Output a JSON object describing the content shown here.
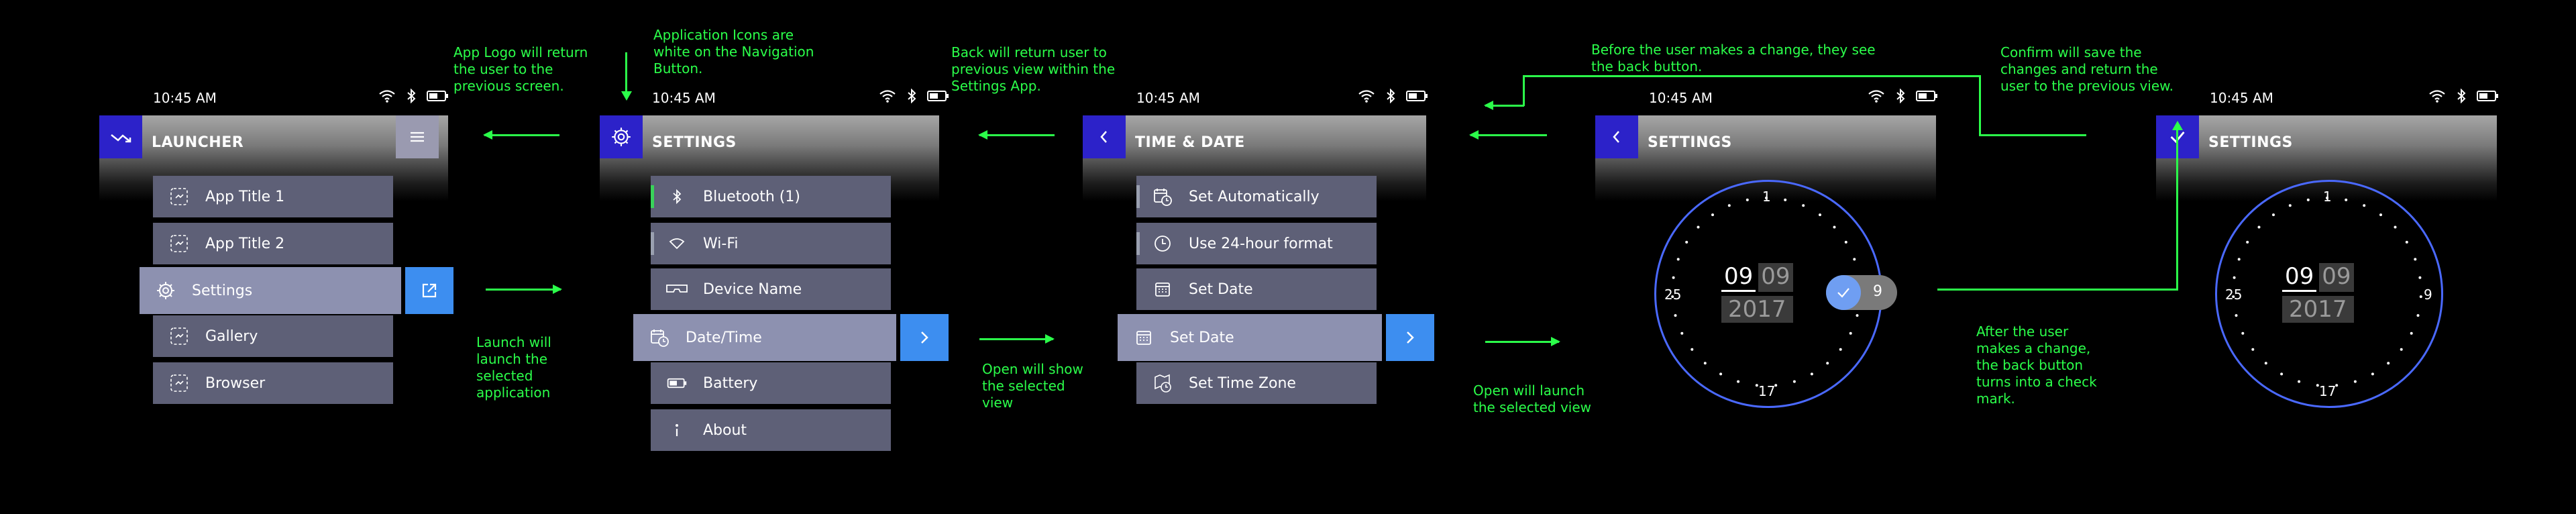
{
  "status_time": "10:45 AM",
  "colors": {
    "accent": "#2c22c9",
    "annotation": "#2bff4a",
    "action": "#3d8ef0"
  },
  "screen1": {
    "title": "LAUNCHER",
    "items": [
      {
        "label": "App Title 1",
        "icon": "app-placeholder-icon"
      },
      {
        "label": "App Title 2",
        "icon": "app-placeholder-icon"
      },
      {
        "label": "Settings",
        "icon": "gear-icon"
      },
      {
        "label": "Gallery",
        "icon": "app-placeholder-icon"
      },
      {
        "label": "Browser",
        "icon": "app-placeholder-icon"
      }
    ]
  },
  "screen2": {
    "title": "SETTINGS",
    "items": [
      {
        "label": "Bluetooth  (1)",
        "icon": "bluetooth-icon"
      },
      {
        "label": "Wi-Fi",
        "icon": "wifi-icon"
      },
      {
        "label": "Device Name",
        "icon": "device-icon"
      },
      {
        "label": "Date/Time",
        "icon": "date-time-icon"
      },
      {
        "label": "Battery",
        "icon": "battery-icon"
      },
      {
        "label": "About",
        "icon": "info-icon"
      }
    ]
  },
  "screen3": {
    "title": "TIME & DATE",
    "items": [
      {
        "label": "Set Automatically",
        "icon": "calendar-clock-icon"
      },
      {
        "label": "Use 24-hour format",
        "icon": "clock-icon"
      },
      {
        "label": "Set Date",
        "icon": "calendar-icon"
      },
      {
        "label": "Set Date",
        "icon": "calendar-icon"
      },
      {
        "label": "Set Time Zone",
        "icon": "globe-clock-icon"
      }
    ]
  },
  "screen4": {
    "title": "SETTINGS",
    "dial": {
      "top": "1",
      "left": "25",
      "bottom": "17"
    },
    "hour": "09",
    "minute": "09",
    "year": "2017",
    "toggle_value": "9"
  },
  "screen5": {
    "title": "SETTINGS",
    "dial": {
      "top": "1",
      "left": "25",
      "right": "9",
      "bottom": "17"
    },
    "hour": "09",
    "minute": "09",
    "year": "2017"
  },
  "annotations": {
    "app_logo": "App Logo will return the user to the previous screen.",
    "app_icons": "Application Icons are white on the Navigation Button.",
    "back_return": "Back will return user to previous view within the Settings App.",
    "before_change": "Before the user makes a change, they see the back button.",
    "confirm": "Confirm will save the changes and return the user to the previous view.",
    "launch": "Launch will launch the selected application",
    "open_show": "Open will show the selected view",
    "open_launch": "Open will launch the selected view",
    "after_change": "After the user makes a change, the back button turns into a check mark."
  }
}
